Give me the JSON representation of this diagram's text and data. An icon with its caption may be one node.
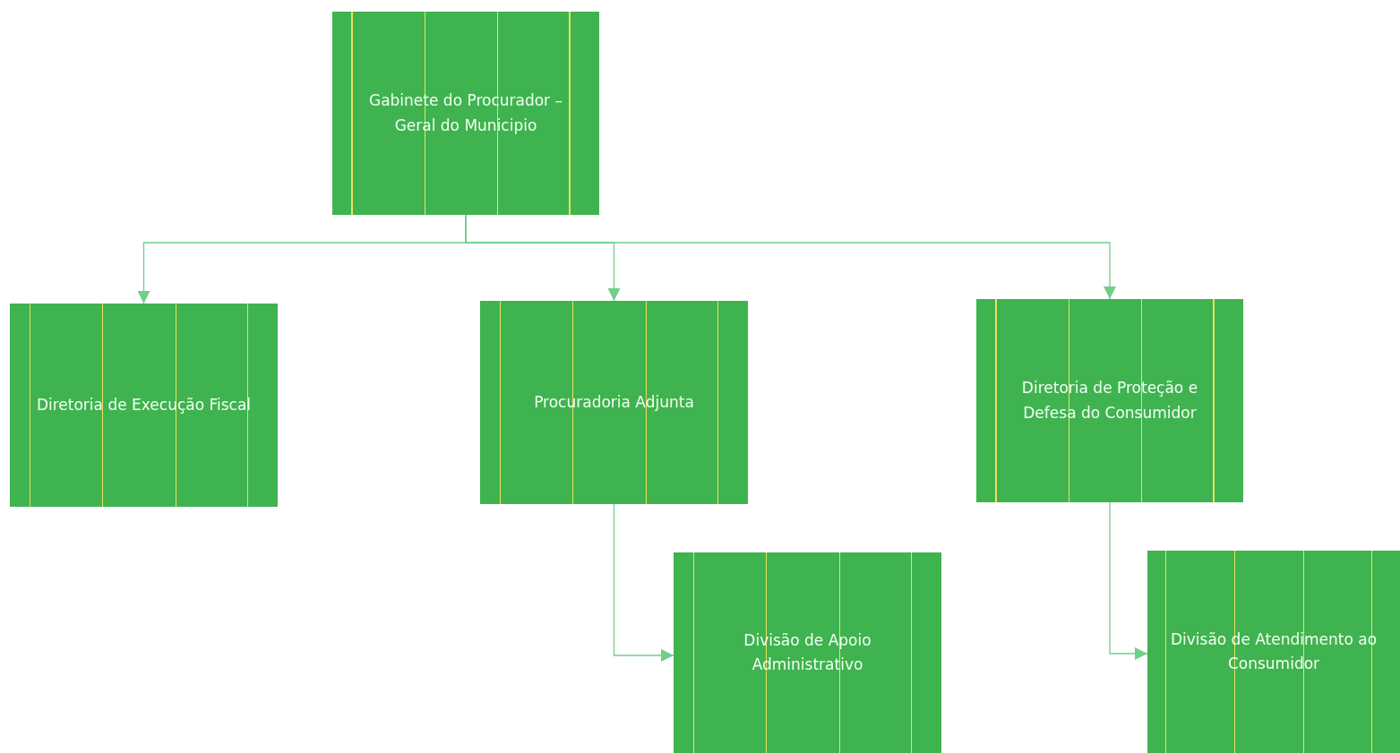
{
  "diagram": {
    "nodes": [
      {
        "text": [
          "Gabinete do Procurador – Geral do Municipio"
        ]
      },
      {
        "text": [
          "Diretoria de Execução Fiscal"
        ]
      },
      {
        "text": [
          "Procuradoria Adjunta"
        ]
      },
      {
        "text": [
          "Diretoria de Proteção e Defesa do Consumidor"
        ]
      },
      {
        "text": [
          "Divisão de Apoio Administrativo"
        ]
      },
      {
        "text": [
          "Divisão de Atendimento ao Consumidor"
        ]
      }
    ],
    "edges": [
      {
        "from": 0,
        "to": 1,
        "arrow": "to"
      },
      {
        "from": 0,
        "to": 2,
        "arrow": "to"
      },
      {
        "from": 0,
        "to": 3,
        "arrow": "to"
      },
      {
        "from": 2,
        "to": 4,
        "arrow": "to"
      },
      {
        "from": 3,
        "to": 5,
        "arrow": "to"
      }
    ]
  }
}
